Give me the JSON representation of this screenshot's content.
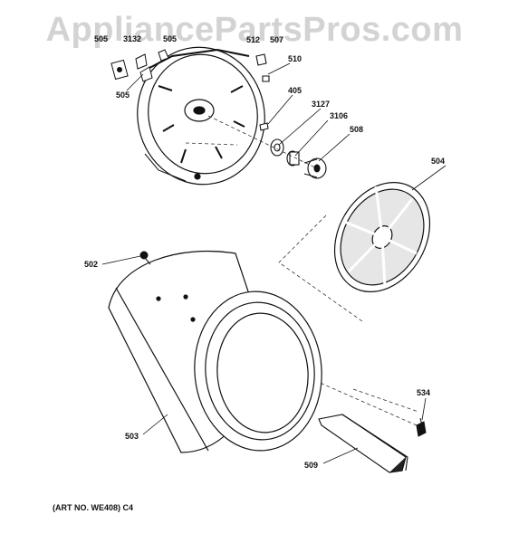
{
  "watermark": "AppliancePartsPros.com",
  "art_note": "(ART NO. WE408) C4",
  "callouts": {
    "p505a": "505",
    "p3132": "3132",
    "p505b": "505",
    "p505c": "505",
    "p512": "512",
    "p507": "507",
    "p510": "510",
    "p405": "405",
    "p3127": "3127",
    "p3106": "3106",
    "p508": "508",
    "p504": "504",
    "p502": "502",
    "p503": "503",
    "p534": "534",
    "p509": "509"
  }
}
